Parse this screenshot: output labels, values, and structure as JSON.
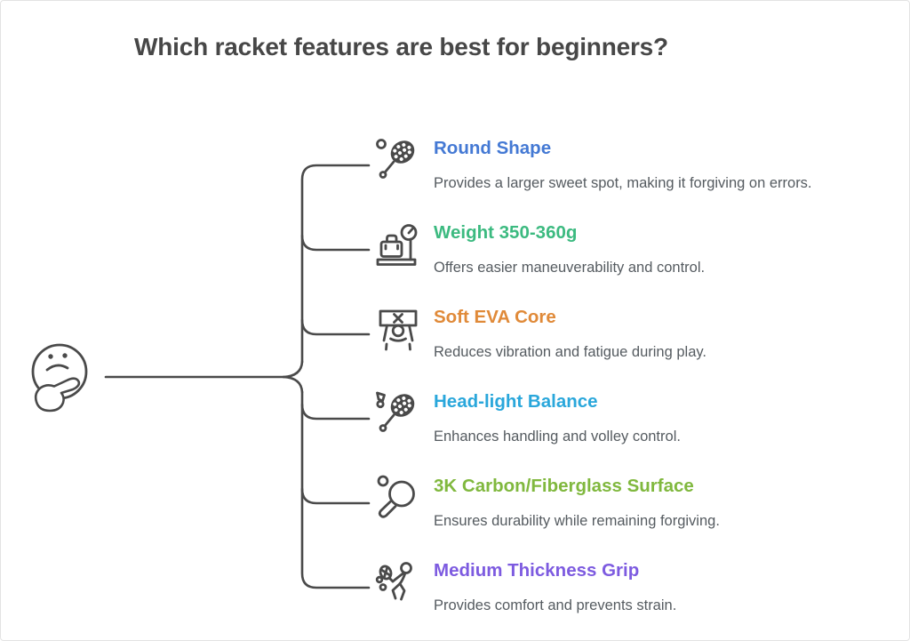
{
  "page": {
    "title": "Which racket features are best for beginners?",
    "title_color": "#474747",
    "background_color": "#ffffff",
    "connector_color": "#4a4a4a",
    "description_color": "#555b60"
  },
  "root_node": {
    "icon": "thinking-face-icon"
  },
  "features": [
    {
      "icon": "tennis-racket-ball-icon",
      "title": "Round Shape",
      "color": "#4479d4",
      "description": "Provides a larger sweet spot, making it forgiving on errors."
    },
    {
      "icon": "luggage-scale-icon",
      "title": "Weight 350-360g",
      "color": "#3cba80",
      "description": "Offers easier maneuverability and control."
    },
    {
      "icon": "person-holding-x-sign-icon",
      "title": "Soft EVA Core",
      "color": "#e08a39",
      "description": "Reduces vibration and fatigue during play."
    },
    {
      "icon": "badminton-racket-icon",
      "title": "Head-light Balance",
      "color": "#2aa7db",
      "description": "Enhances handling and volley control."
    },
    {
      "icon": "pingpong-paddle-ball-icon",
      "title": "3K Carbon/Fiberglass Surface",
      "color": "#80b83e",
      "description": "Ensures durability while remaining forgiving."
    },
    {
      "icon": "player-with-racket-icon",
      "title": "Medium Thickness Grip",
      "color": "#7d5be0",
      "description": "Provides comfort and prevents strain."
    }
  ]
}
